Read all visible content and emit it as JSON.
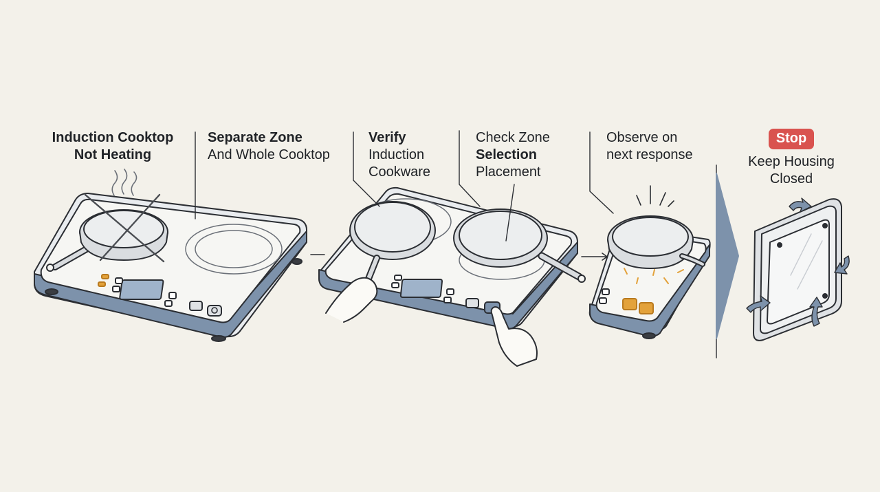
{
  "steps": [
    {
      "line1": "Induction Cooktop",
      "line2": "Not Heating"
    },
    {
      "line1": "Separate Zone",
      "line2": "And Whole Cooktop"
    },
    {
      "line1": "Verify",
      "line2": "Induction",
      "line3": "Cookware"
    },
    {
      "line1": "Check Zone",
      "line2": "Selection",
      "line3": "Placement"
    },
    {
      "line1": "Observe on",
      "line2": "next response"
    },
    {
      "badge": "Stop",
      "line1": "Keep Housing",
      "line2": "Closed"
    }
  ],
  "colors": {
    "background": "#f3f1ea",
    "ink": "#2b2e33",
    "steel_blue": "#7d92ab",
    "display_blue": "#9fb3ca",
    "amber": "#e3a23b",
    "stop_red": "#d9534f"
  },
  "icons": [
    "steam-icon",
    "cross-out-icon",
    "hand-icon",
    "finger-press-icon",
    "heat-rays-icon",
    "arrow-right-icon",
    "rotate-arrows-icon"
  ]
}
